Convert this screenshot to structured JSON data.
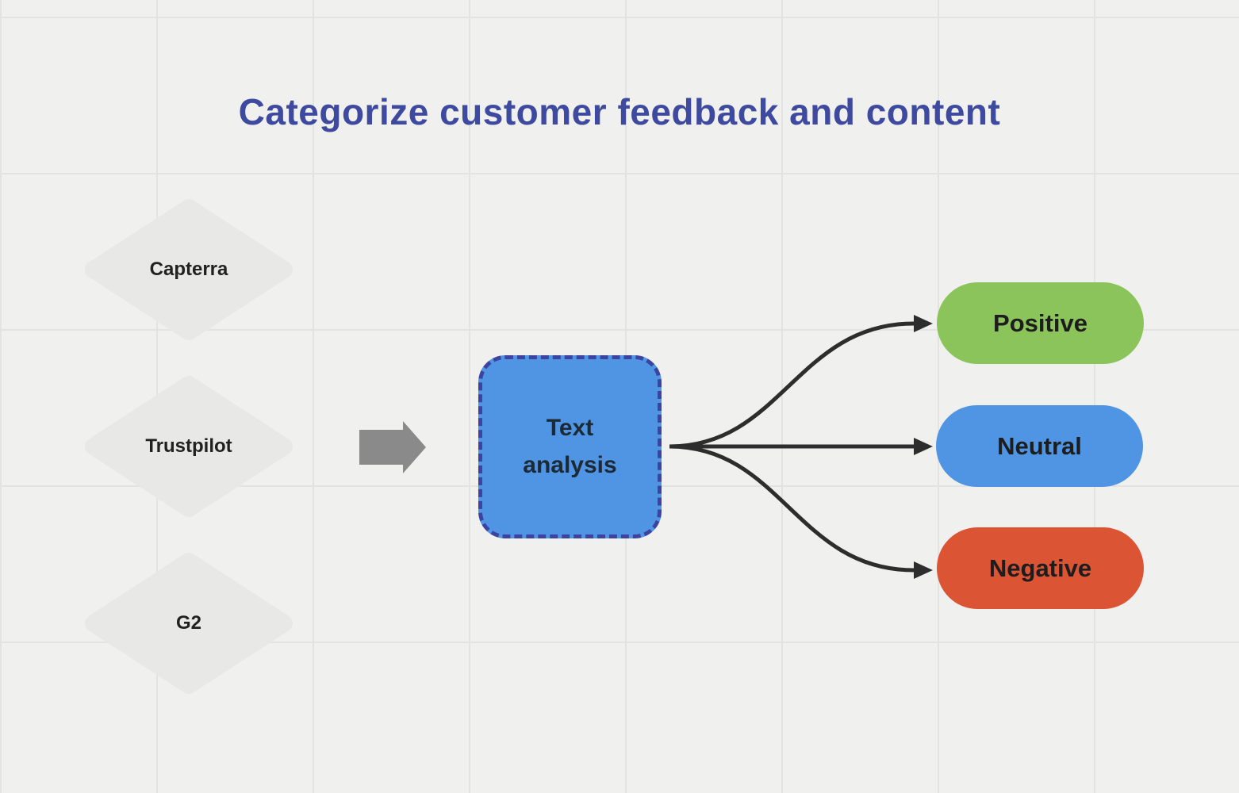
{
  "title": {
    "text": "Categorize customer feedback and content",
    "color": "#3e4a9f"
  },
  "sources": {
    "shape": "diamond",
    "fill": "#e8e8e7",
    "items": [
      {
        "label": "Capterra"
      },
      {
        "label": "Trustpilot"
      },
      {
        "label": "G2"
      }
    ]
  },
  "flow_arrow": {
    "icon": "right-block-arrow",
    "color": "#8a8a8a"
  },
  "process": {
    "label": "Text analysis",
    "fill": "#4f95e4",
    "border_color": "#3c44a0",
    "border_style": "dashed"
  },
  "outputs": {
    "items": [
      {
        "label": "Positive",
        "color": "#8bc45a"
      },
      {
        "label": "Neutral",
        "color": "#4f95e4"
      },
      {
        "label": "Negative",
        "color": "#db5434"
      }
    ]
  },
  "connectors": {
    "color": "#2d2d2d",
    "count": 3,
    "from": "Text analysis",
    "to": [
      "Positive",
      "Neutral",
      "Negative"
    ]
  },
  "canvas": {
    "background": "#f0f0ee",
    "grid_color": "#e3e3e2"
  }
}
